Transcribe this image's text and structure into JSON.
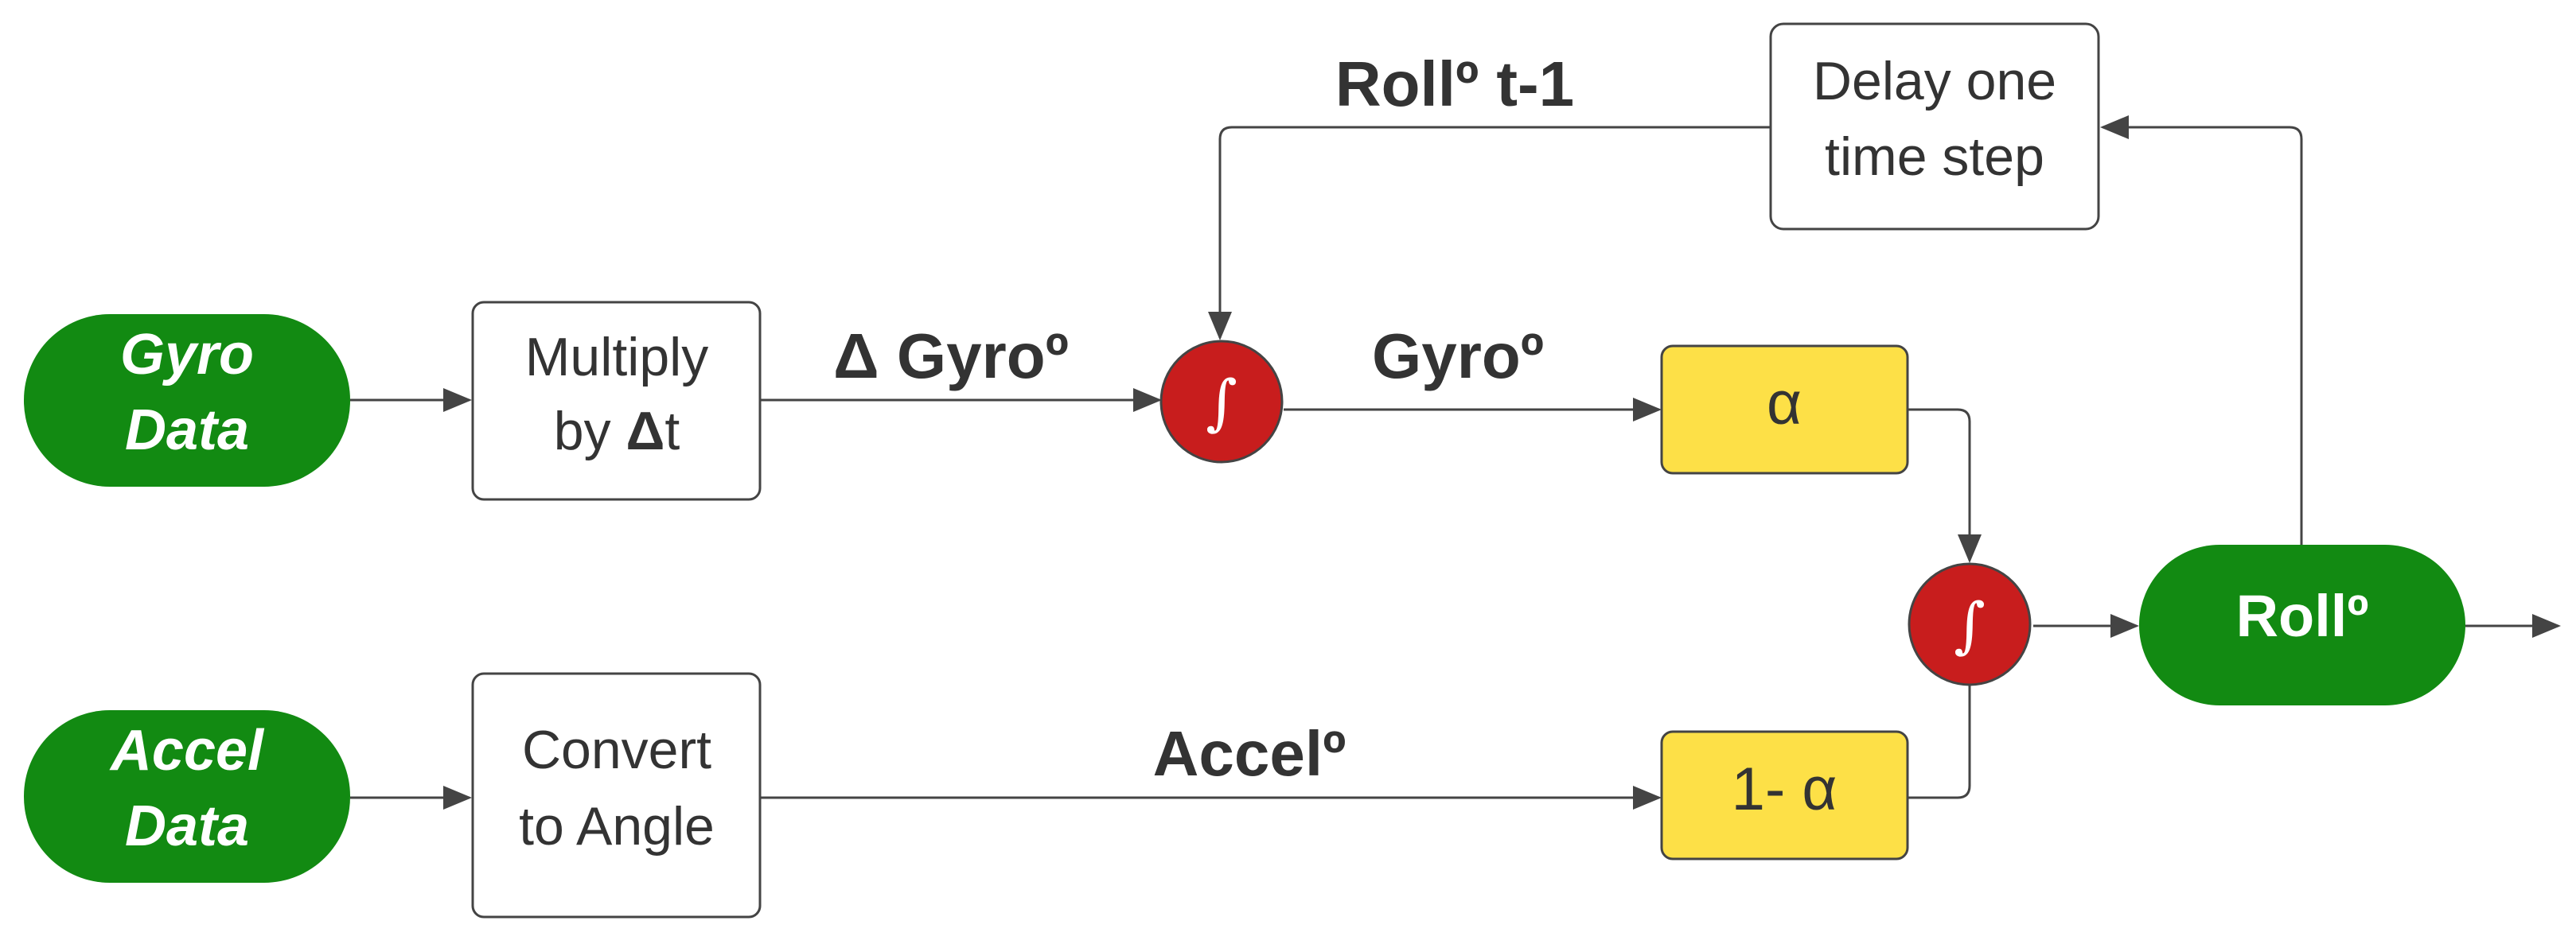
{
  "nodes": {
    "gyro_data": {
      "line1": "Gyro",
      "line2": "Data"
    },
    "accel_data": {
      "line1": "Accel",
      "line2": "Data"
    },
    "multiply": {
      "line1": "Multiply",
      "line2_prefix": "by ",
      "line2_delta": "Δ",
      "line2_suffix": "t"
    },
    "convert": {
      "line1": "Convert",
      "line2": "to Angle"
    },
    "delay": {
      "line1": "Delay one",
      "line2": "time step"
    },
    "integrator_top": {
      "symbol": "∫"
    },
    "integrator_bottom": {
      "symbol": "∫"
    },
    "alpha": {
      "label": "α"
    },
    "one_minus_alpha": {
      "label": "1- α"
    },
    "roll": {
      "label": "Rollº"
    }
  },
  "edge_labels": {
    "delta_gyro": "Δ Gyroº",
    "gyro": "Gyroº",
    "accel": "Accelº",
    "roll_prev": "Rollº t-1"
  },
  "colors": {
    "green": "#128a12",
    "yellow": "#fde047",
    "red": "#c81d1d",
    "stroke": "#444444",
    "text": "#333333"
  }
}
